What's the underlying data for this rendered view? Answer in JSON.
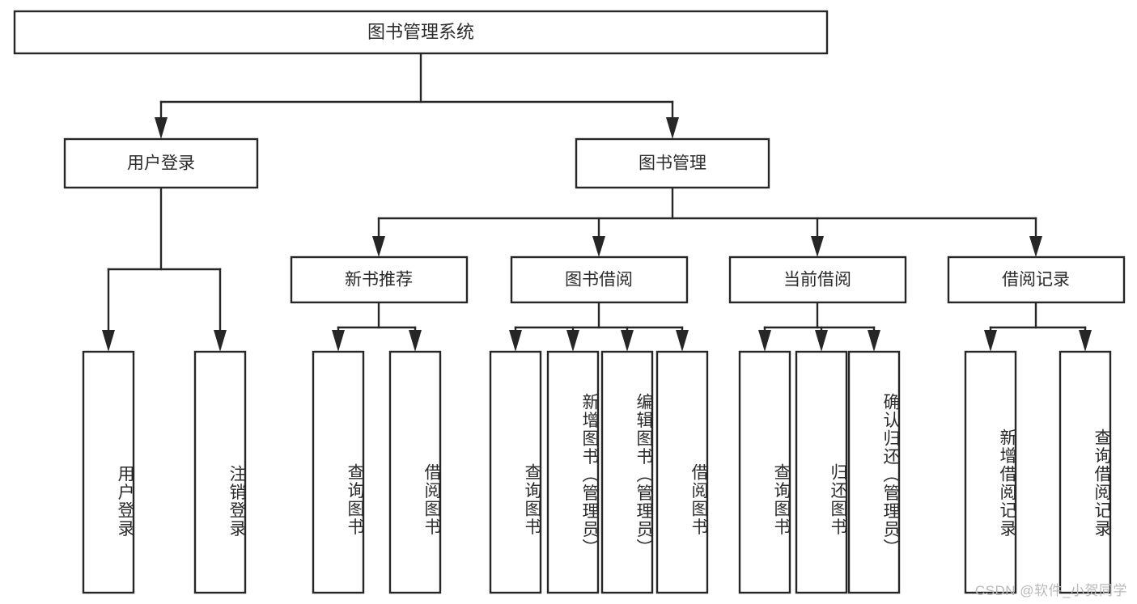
{
  "diagram": {
    "type": "tree",
    "title": "图书管理系统",
    "watermark": "CSDN @软件_小贺同学",
    "colors": {
      "stroke": "#262626",
      "fill": "#ffffff",
      "text": "#2b2b2b",
      "watermark": "#b9b9b9",
      "background": "#ffffff"
    },
    "levels": {
      "root": {
        "label": "图书管理系统"
      },
      "level2": [
        {
          "label": "用户登录"
        },
        {
          "label": "图书管理"
        }
      ],
      "level3": [
        {
          "label": "新书推荐"
        },
        {
          "label": "图书借阅"
        },
        {
          "label": "当前借阅"
        },
        {
          "label": "借阅记录"
        }
      ],
      "leaves": {
        "user_login": [
          {
            "label": "用户登录"
          },
          {
            "label": "注销登录"
          }
        ],
        "new_book_recommend": [
          {
            "label": "查询图书"
          },
          {
            "label": "借阅图书"
          }
        ],
        "book_borrow": [
          {
            "label": "查询图书"
          },
          {
            "label": "新增图书（管理员）"
          },
          {
            "label": "编辑图书（管理员）"
          },
          {
            "label": "借阅图书"
          }
        ],
        "current_borrow": [
          {
            "label": "查询图书"
          },
          {
            "label": "归还图书"
          },
          {
            "label": "确认归还（管理员）"
          }
        ],
        "borrow_records": [
          {
            "label": "新增借阅记录"
          },
          {
            "label": "查询借阅记录"
          }
        ]
      }
    }
  }
}
